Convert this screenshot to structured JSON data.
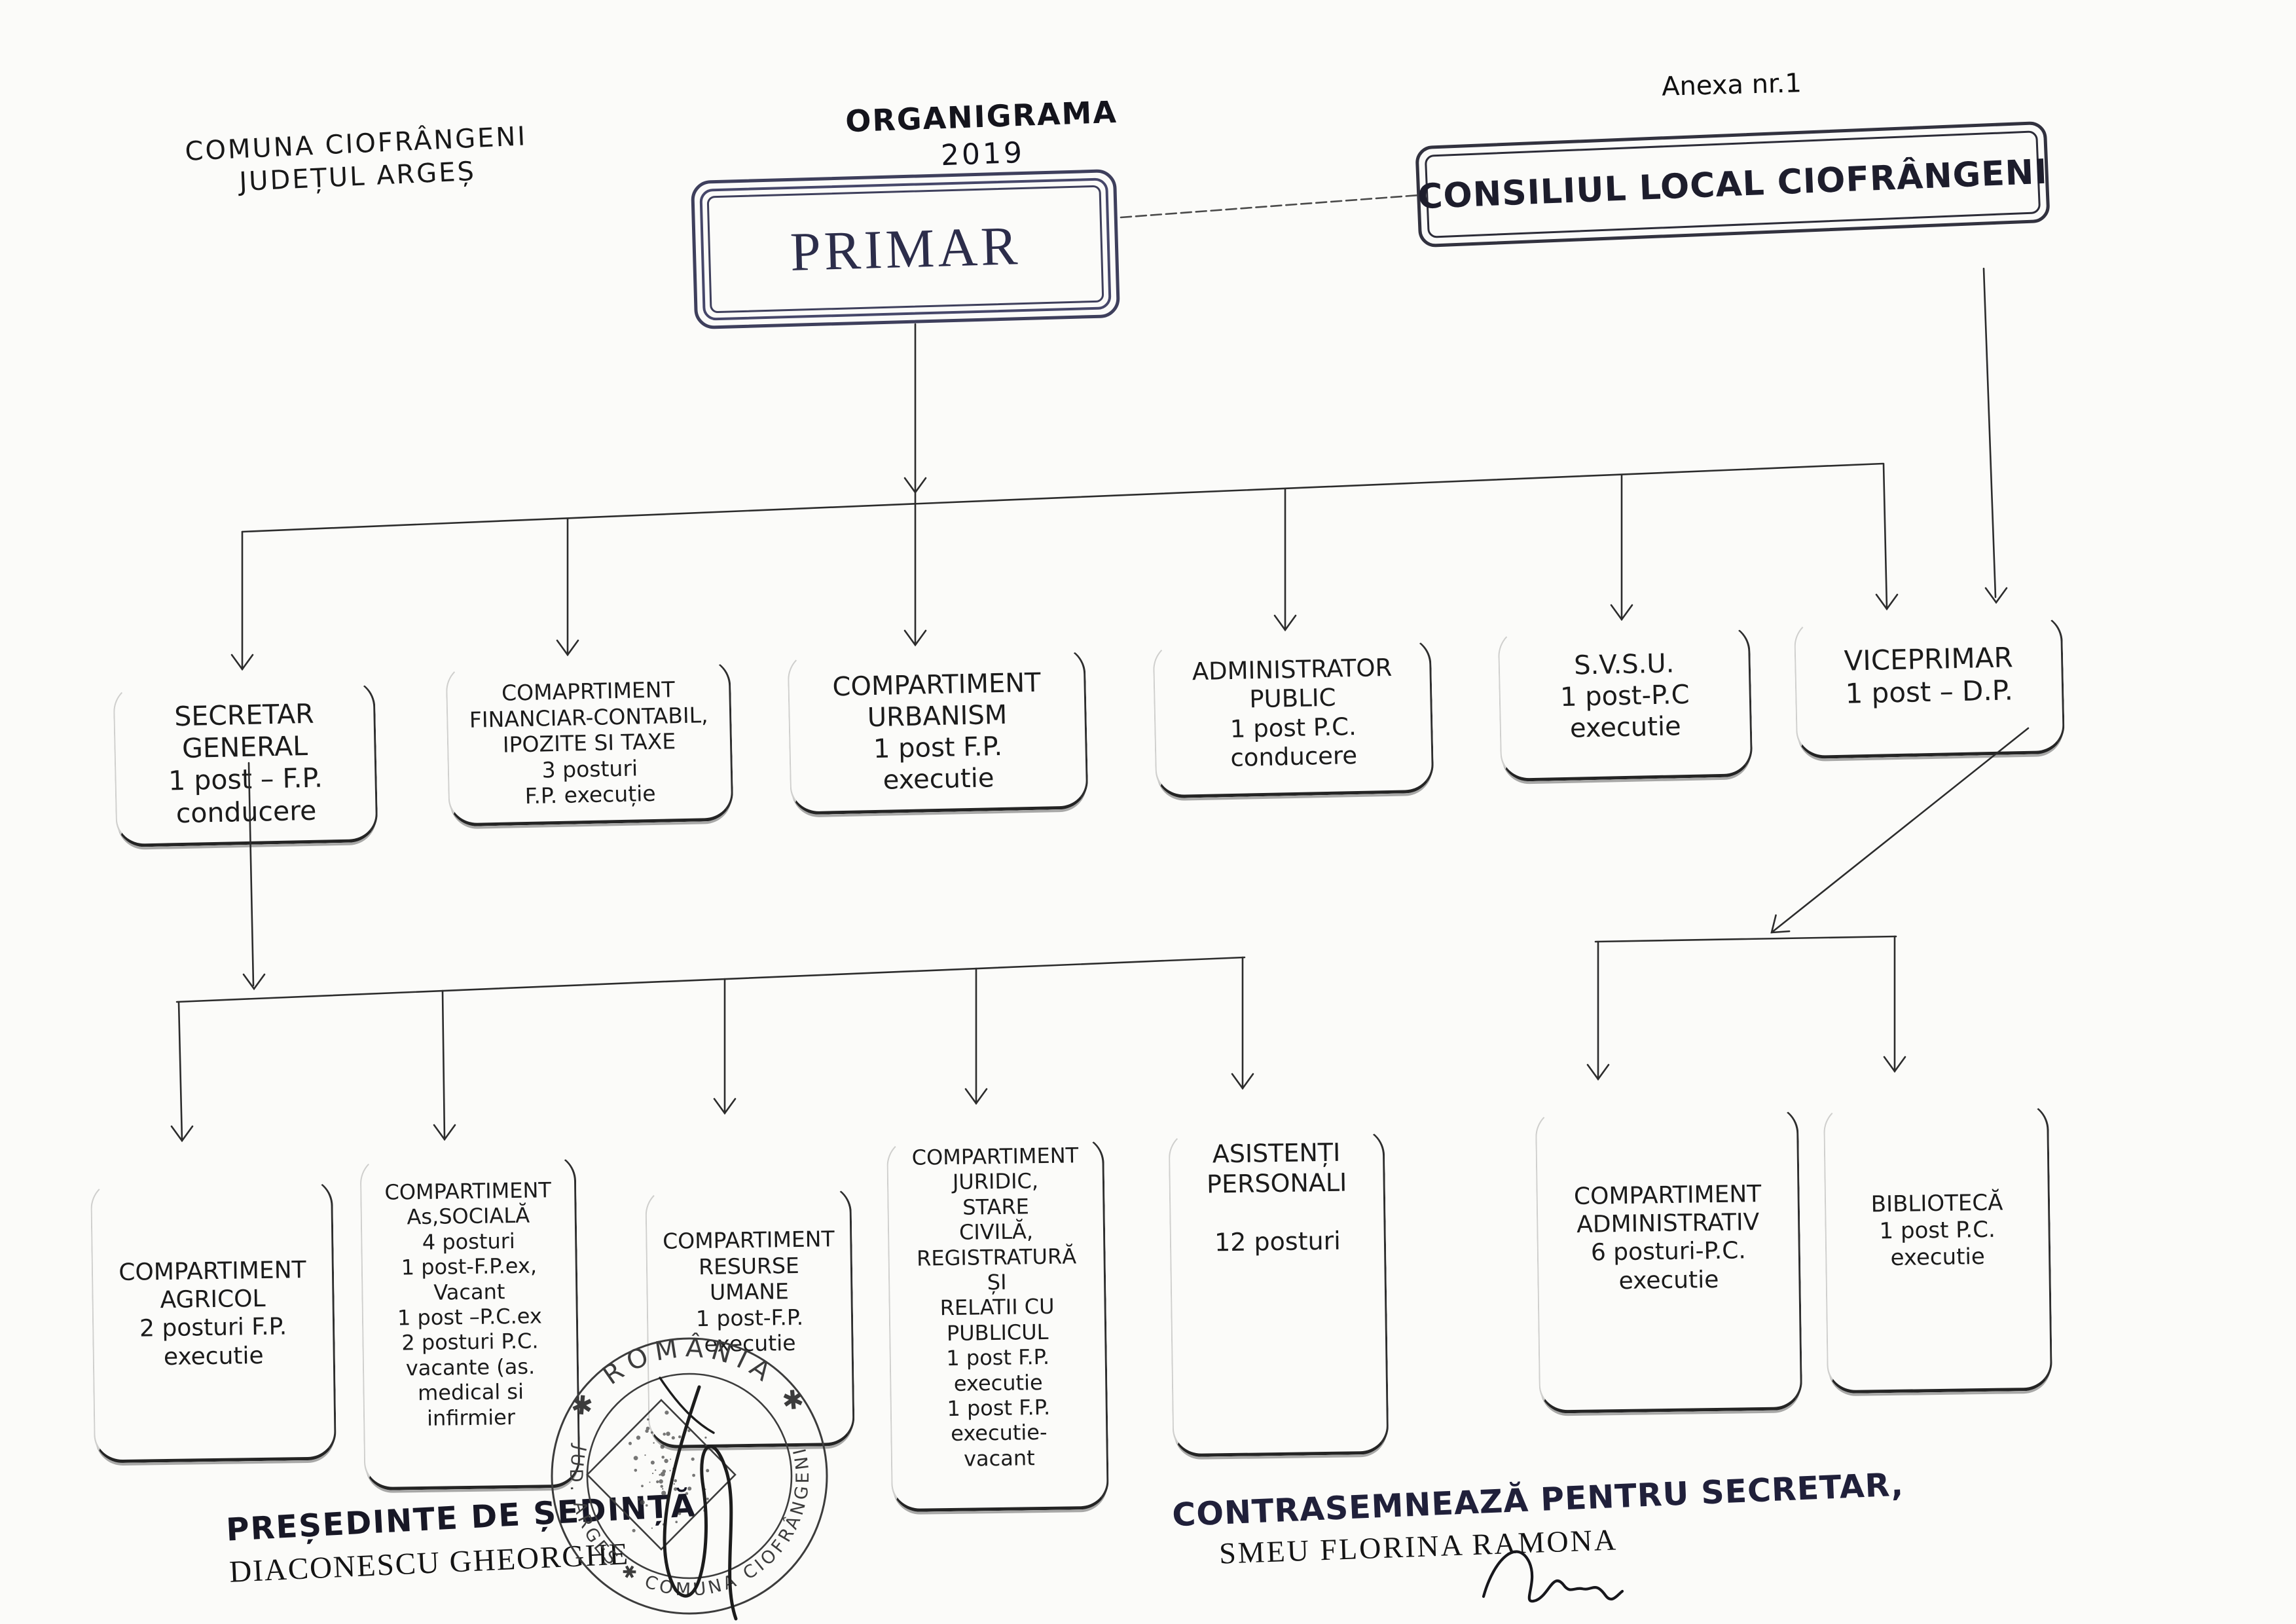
{
  "header": {
    "commune_line1": "COMUNA CIOFRÂNGENI",
    "commune_line2": "JUDEȚUL ARGEȘ",
    "title": "ORGANIGRAMA",
    "year": "2019",
    "annex": "Anexa nr.1"
  },
  "primar": {
    "label": "PRIMAR"
  },
  "consiliu": {
    "label": "CONSILIUL LOCAL CIOFRÂNGENI"
  },
  "level1": [
    {
      "id": "secretar-general",
      "lines": [
        "SECRETAR",
        "GENERAL",
        "1 post – F.P.",
        "conducere"
      ]
    },
    {
      "id": "financiar-contabil",
      "lines": [
        "COMAPRTIMENT",
        "FINANCIAR-CONTABIL,",
        "IPOZITE SI TAXE",
        "3 posturi",
        "F.P. execuție"
      ]
    },
    {
      "id": "urbanism",
      "lines": [
        "COMPARTIMENT",
        "URBANISM",
        "1 post F.P.",
        "executie"
      ]
    },
    {
      "id": "administrator-public",
      "lines": [
        "ADMINISTRATOR",
        "PUBLIC",
        "1 post P.C.",
        "conducere"
      ]
    },
    {
      "id": "svsu",
      "lines": [
        "S.V.S.U.",
        "1 post-P.C",
        "executie"
      ]
    },
    {
      "id": "viceprimar",
      "lines": [
        "VICEPRIMAR",
        "1 post – D.P."
      ]
    }
  ],
  "level2": [
    {
      "id": "agricol",
      "lines": [
        "COMPARTIMENT",
        "AGRICOL",
        "2 posturi F.P.",
        "executie"
      ]
    },
    {
      "id": "asistenta-sociala",
      "lines": [
        "COMPARTIMENT",
        "As,SOCIALĂ",
        "4 posturi",
        "1 post-F.P.ex,",
        "Vacant",
        "1 post –P.C.ex",
        "2 posturi P.C.",
        "vacante (as.",
        "medical si",
        "infirmier"
      ]
    },
    {
      "id": "resurse-umane",
      "lines": [
        "COMPARTIMENT",
        "RESURSE",
        "UMANE",
        "1 post-F.P.",
        "executie"
      ]
    },
    {
      "id": "juridic",
      "lines": [
        "COMPARTIMENT",
        "JURIDIC,",
        "STARE",
        "CIVILĂ,",
        "REGISTRATURĂ",
        "ȘI",
        "RELATII CU",
        "PUBLICUL",
        "1 post F.P.",
        "executie",
        "1 post F.P.",
        "executie-",
        "vacant"
      ]
    },
    {
      "id": "asistenti-personali",
      "lines": [
        "ASISTENȚI",
        "PERSONALI",
        "",
        "12 posturi"
      ]
    },
    {
      "id": "administrativ",
      "lines": [
        "COMPARTIMENT",
        "ADMINISTRATIV",
        "6 posturi-P.C.",
        "executie"
      ]
    },
    {
      "id": "biblioteca",
      "lines": [
        "BIBLIOTECĂ",
        "1 post P.C.",
        "executie"
      ]
    }
  ],
  "signatures": {
    "president_title": "PREȘEDINTE DE ȘEDINȚĂ",
    "president_name": "DIACONESCU GHEORGHE",
    "countersign_title": "CONTRASEMNEAZĂ PENTRU SECRETAR,",
    "countersign_name": "SMEU FLORINA RAMONA"
  },
  "stamp": {
    "country": "✱ ROMÂNIA ✱",
    "ring_text": "JUD. ARGEȘ ✱ COMUNA CIOFRÂNGENI"
  }
}
